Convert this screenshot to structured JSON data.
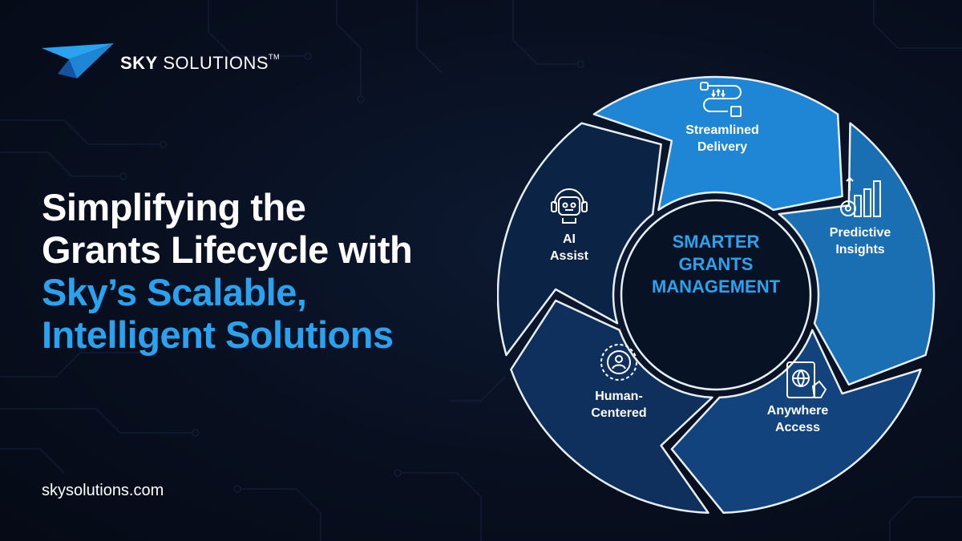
{
  "brand": {
    "name_bold": "SKY",
    "name_regular": "SOLUTIONS",
    "trademark": "TM",
    "website": "skysolutions.com"
  },
  "headline": {
    "line1": "Simplifying the",
    "line2": "Grants Lifecycle with",
    "line3": "Sky’s Scalable,",
    "line4": "Intelligent Solutions"
  },
  "diagram": {
    "center": {
      "line1": "SMARTER",
      "line2": "GRANTS",
      "line3": "MANAGEMENT"
    },
    "segments": [
      {
        "line1": "Streamlined",
        "line2": "Delivery",
        "icon": "workflow-icon",
        "color": "#1e86d4"
      },
      {
        "line1": "Predictive",
        "line2": "Insights",
        "icon": "analytics-chart-icon",
        "color": "#1a6fb3"
      },
      {
        "line1": "Anywhere",
        "line2": "Access",
        "icon": "tablet-globe-icon",
        "color": "#12437d"
      },
      {
        "line1": "Human-",
        "line2": "Centered",
        "icon": "person-target-icon",
        "color": "#0f2f5c"
      },
      {
        "line1": "AI",
        "line2": "Assist",
        "icon": "robot-headset-icon",
        "color": "#0b2446"
      }
    ]
  },
  "colors": {
    "accent": "#29a3ef",
    "background": "#080f1f"
  }
}
